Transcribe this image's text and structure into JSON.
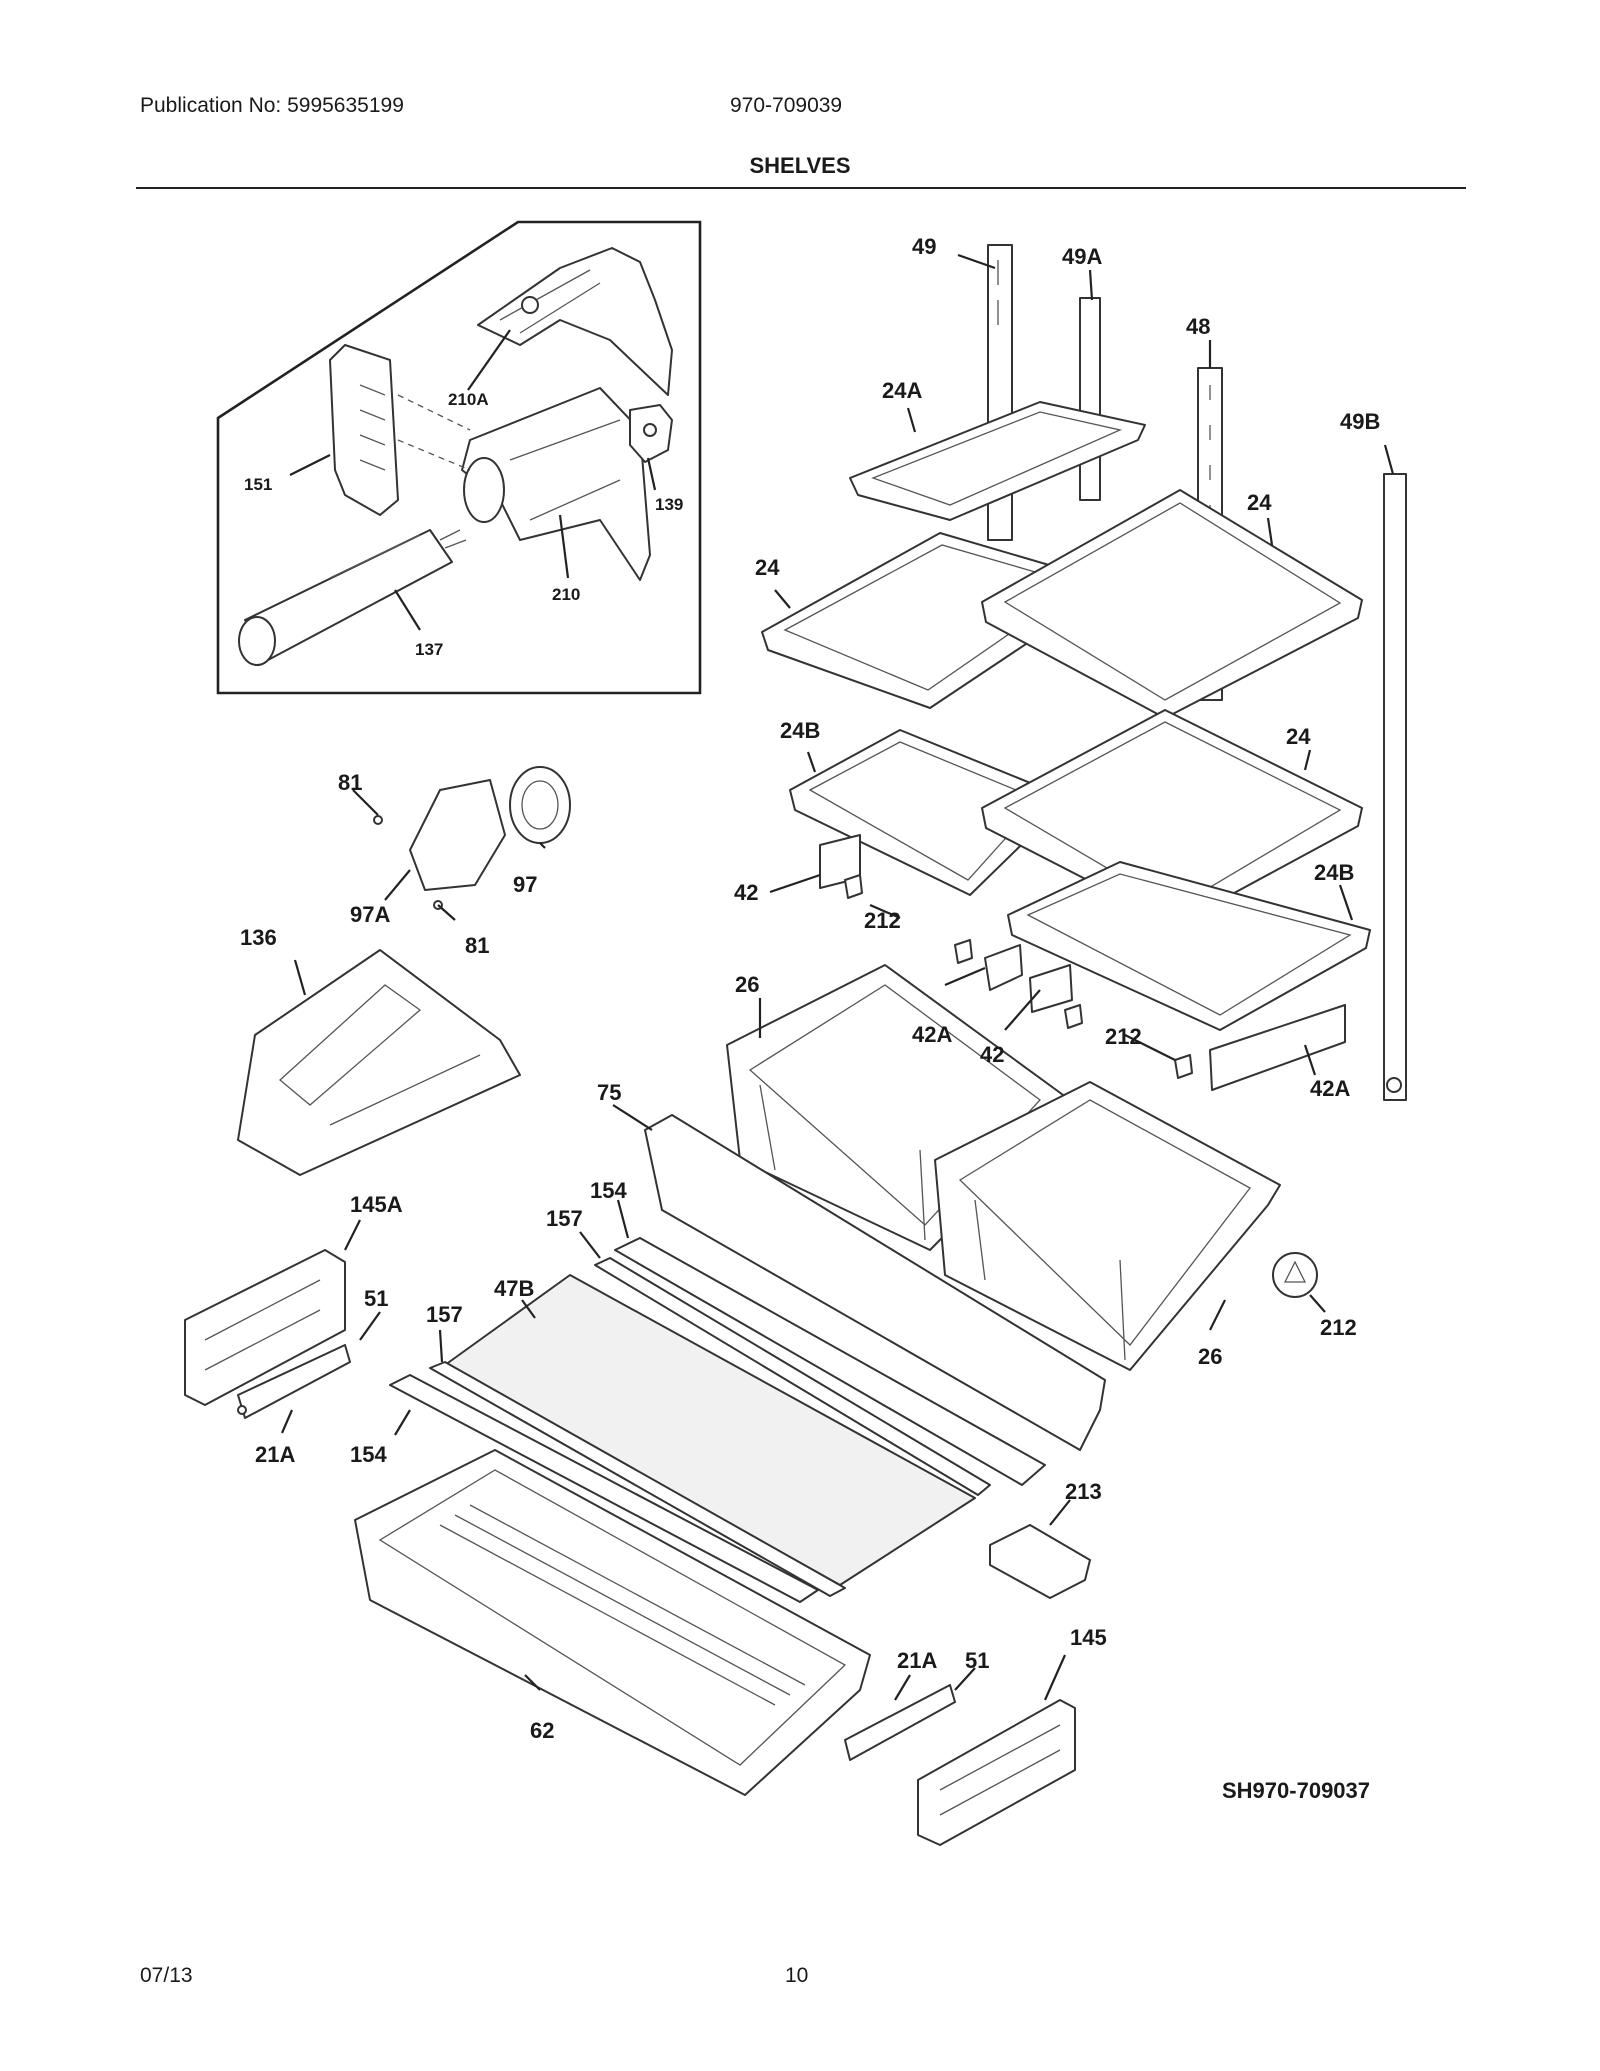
{
  "header": {
    "publication": "Publication No: 5995635199",
    "model": "970-709039",
    "title": "SHELVES"
  },
  "footer": {
    "date": "07/13",
    "page": "10"
  },
  "diagram": {
    "reference": "SH970-709037",
    "callouts": [
      "49",
      "49A",
      "48",
      "49B",
      "24A",
      "24",
      "24",
      "24B",
      "24",
      "24B",
      "42",
      "212",
      "42A",
      "42",
      "212",
      "42A",
      "26",
      "26",
      "212",
      "75",
      "154",
      "157",
      "47B",
      "157",
      "154",
      "213",
      "62",
      "21A",
      "51",
      "145",
      "145A",
      "51",
      "21A",
      "136",
      "81",
      "97",
      "97A",
      "81",
      "151",
      "210A",
      "139",
      "210",
      "137"
    ]
  }
}
